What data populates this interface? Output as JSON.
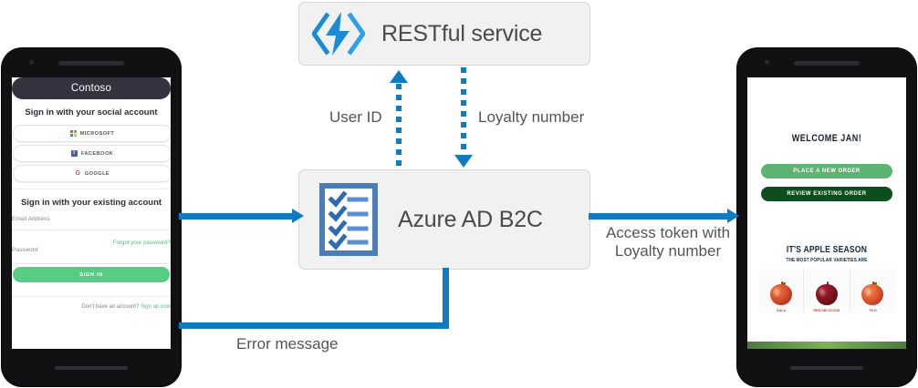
{
  "diagram": {
    "services": [
      {
        "id": "restful",
        "label": "RESTful service",
        "icon": "code-lightning-icon"
      },
      {
        "id": "b2c",
        "label": "Azure AD B2C",
        "icon": "checklist-icon"
      }
    ],
    "connectors": [
      {
        "id": "signin-request",
        "label": "",
        "style": "solid",
        "direction": "right"
      },
      {
        "id": "user-id",
        "label": "User ID",
        "style": "dotted",
        "direction": "up"
      },
      {
        "id": "loyalty-number",
        "label": "Loyalty number",
        "style": "dotted",
        "direction": "down"
      },
      {
        "id": "access-token",
        "label_line1": "Access token with",
        "label_line2": "Loyalty number",
        "style": "solid",
        "direction": "right"
      },
      {
        "id": "error-message",
        "label": "Error message",
        "style": "solid",
        "direction": "left"
      }
    ],
    "accent_color": "#0f7ac0",
    "box_fill": "#f1f1f1",
    "box_border": "#d6d6d6",
    "label_color": "#545454"
  },
  "left_phone": {
    "brand": "Contoso",
    "social_heading": "Sign in with your social account",
    "social_buttons": [
      {
        "label": "MICROSOFT",
        "icon": "microsoft-icon"
      },
      {
        "label": "FACEBOOK",
        "icon": "facebook-icon"
      },
      {
        "label": "GOOGLE",
        "icon": "google-icon"
      }
    ],
    "existing_heading": "Sign in with your existing account",
    "email_placeholder": "Email Address",
    "password_placeholder": "Password",
    "forgot_link": "Forgot your password?",
    "signin_button": "SIGN IN",
    "signup_prompt": "Don't have an account?",
    "signup_link": "Sign up now",
    "brand_color": "#33323e",
    "accent_color": "#58cc82"
  },
  "right_phone": {
    "welcome": "WELCOME JAN!",
    "buttons": [
      {
        "label": "PLACE A NEW ORDER",
        "color": "#5cb372"
      },
      {
        "label": "REVIEW EXISTING  ORDER",
        "color": "#0d4d1e"
      }
    ],
    "promo_title": "IT'S APPLE SEASON",
    "promo_subtitle": "THE MOST POPULAR VARIETIES ARE",
    "apples": [
      {
        "name": "GALA",
        "color": "#d1472a"
      },
      {
        "name": "RED DELICIOUS",
        "color": "#7d1220"
      },
      {
        "name": "FUJI",
        "color": "#d9512c"
      }
    ]
  }
}
